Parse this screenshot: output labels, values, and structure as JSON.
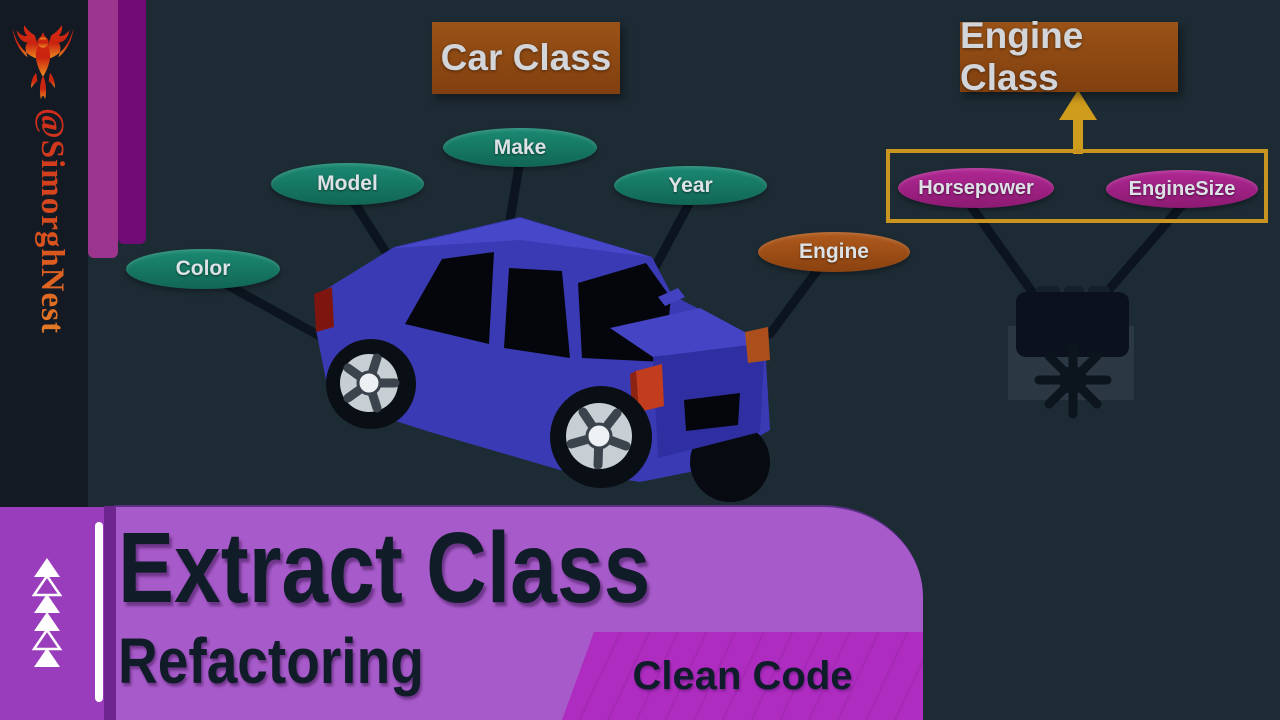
{
  "channel": {
    "handle": "@SimorghNest"
  },
  "car_class": {
    "title": "Car Class",
    "attributes": {
      "make": "Make",
      "model": "Model",
      "year": "Year",
      "color": "Color",
      "engine": "Engine"
    }
  },
  "engine_class": {
    "title": "Engine Class",
    "attributes": {
      "horsepower": "Horsepower",
      "engine_size": "EngineSize"
    }
  },
  "banner": {
    "title": "Extract Class",
    "subtitle": "Refactoring",
    "badge": "Clean Code"
  },
  "colors": {
    "background": "#1d2b34",
    "sidebar": "#131a24",
    "attribute_teal": "#17806b",
    "class_brown": "#8f4a13",
    "attribute_magenta": "#a32187",
    "grouping_gold": "#c9941f",
    "banner_outer_purple": "#9a3dbd",
    "banner_panel_purple": "#a75ac9",
    "badge_magenta": "#ae2cc0",
    "car_blue": "#3a3ab5"
  }
}
